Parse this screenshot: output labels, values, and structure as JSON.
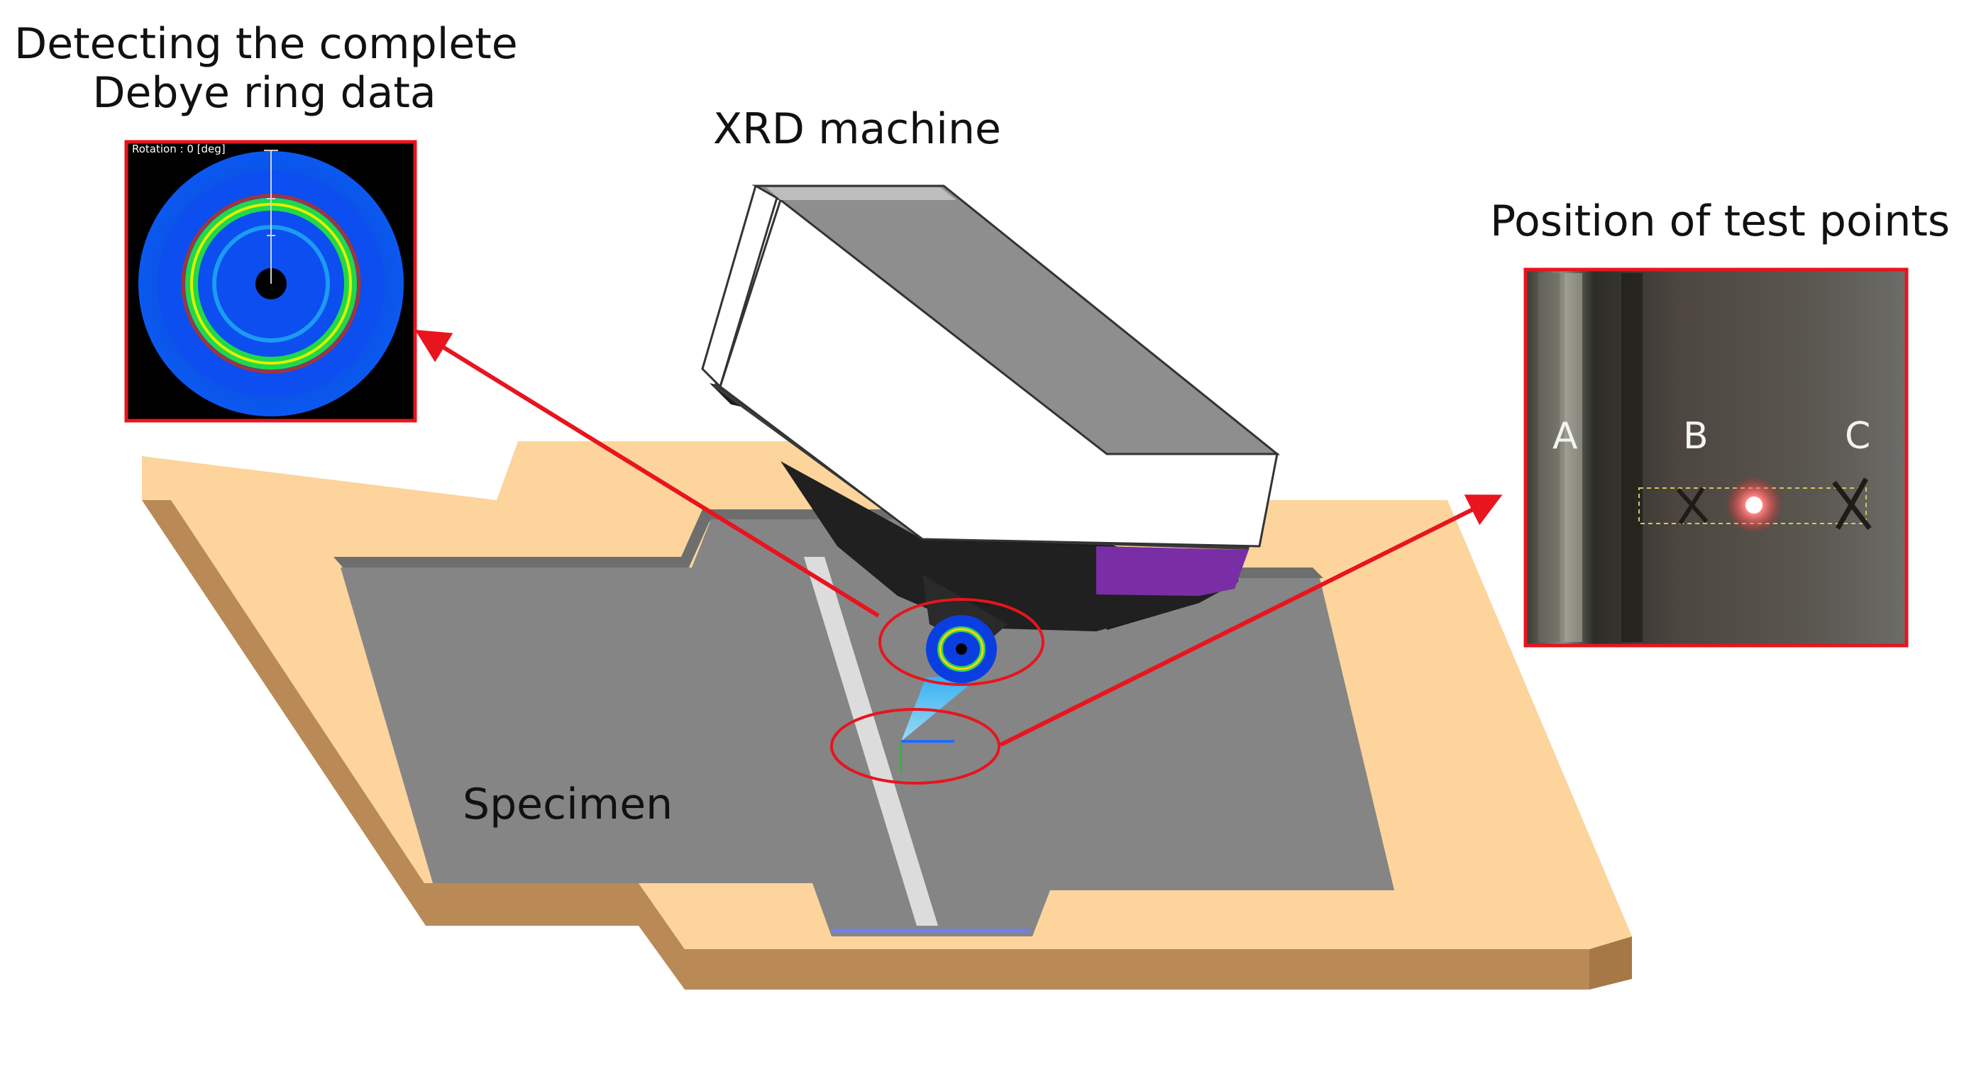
{
  "labels": {
    "debye_line1": "Detecting the complete",
    "debye_line2": "Debye ring data",
    "xrd": "XRD machine",
    "positions": "Position of test points",
    "specimen": "Specimen"
  },
  "debye_image": {
    "caption": "Rotation : 0 [deg]"
  },
  "test_points": [
    "A",
    "B",
    "C"
  ],
  "colors": {
    "frame_red": "#e8141e",
    "plate_top": "#fcd49c",
    "plate_side": "#b98a56",
    "specimen_gray": "#858585",
    "ring_blue": "#0a55f0",
    "machine_purple": "#7a2ea6"
  }
}
